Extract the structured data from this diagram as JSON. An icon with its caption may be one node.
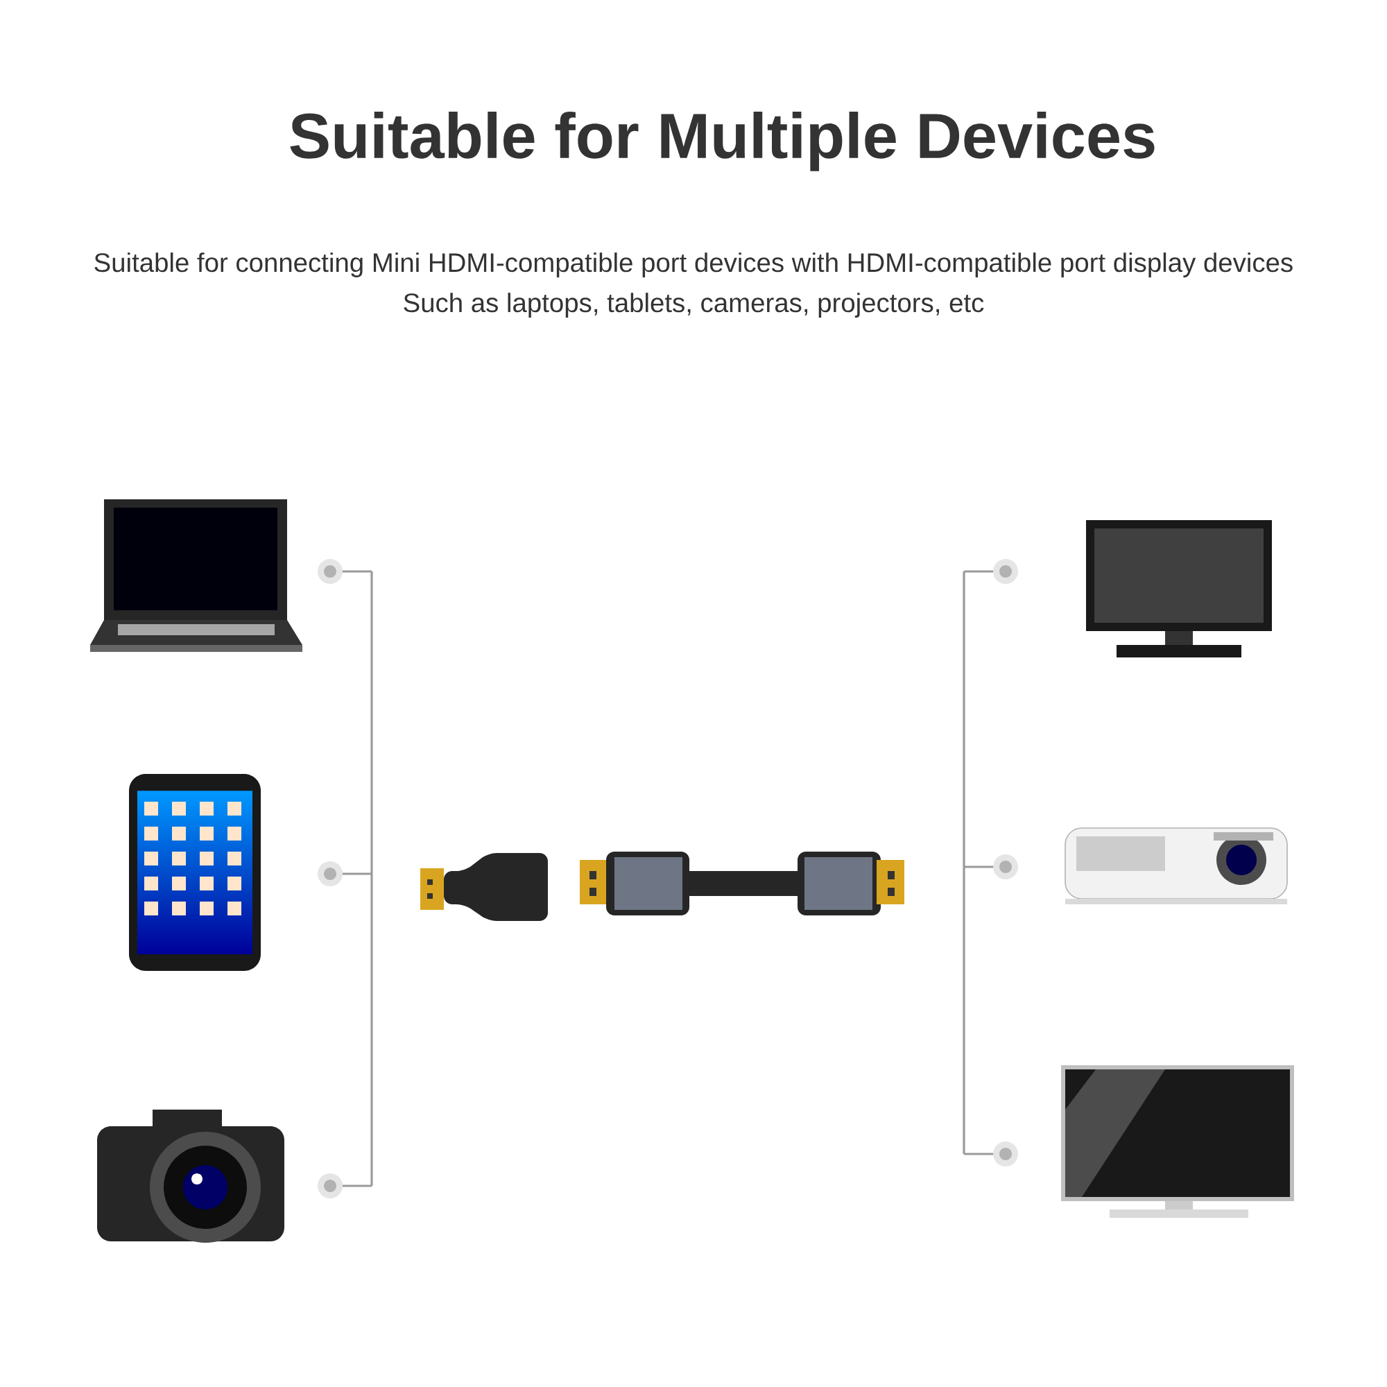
{
  "diagram": {
    "title": "Suitable for Multiple Devices",
    "labels": [
      "Suitable for connecting Mini HDMI-compatible port devices with HDMI-compatible port display devices",
      "Such as laptops, tablets, cameras, projectors, etc"
    ]
  }
}
